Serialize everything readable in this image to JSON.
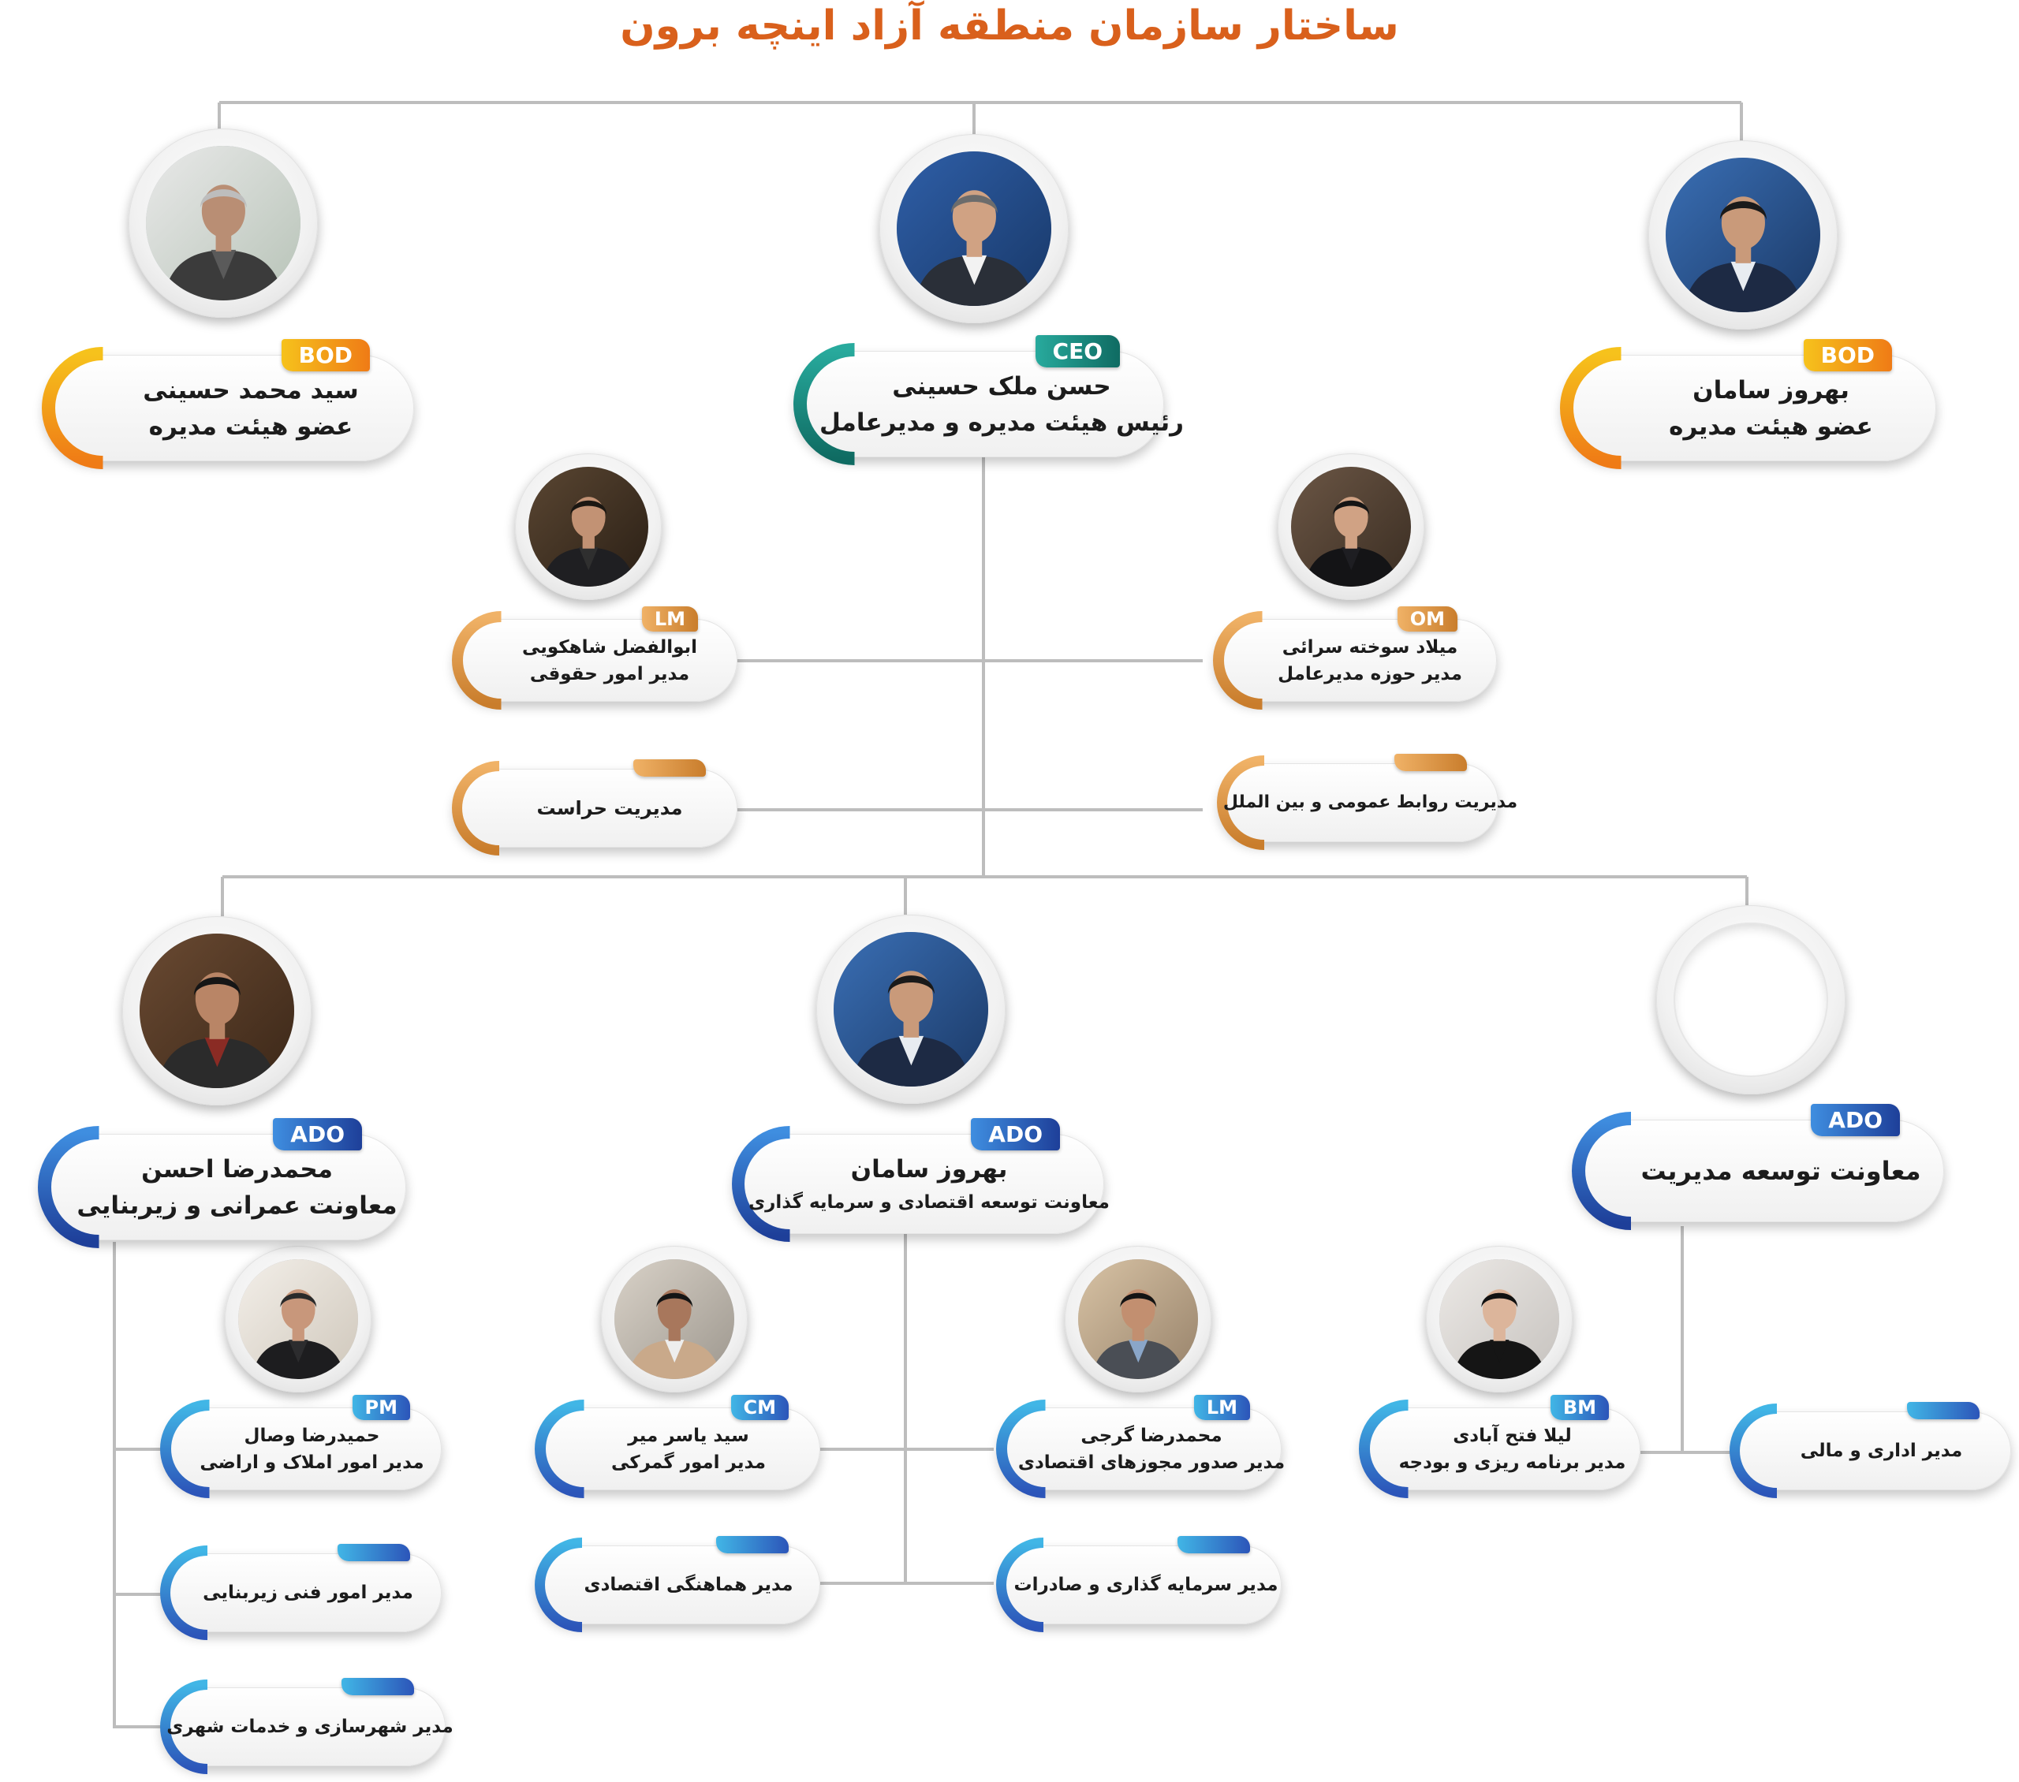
{
  "title": "ساختار سازمان منطقه آزاد اینچه برون",
  "colors": {
    "title": "#d9601c",
    "line": "#bdbdbd",
    "bod": [
      "#f6c21c",
      "#ef7b16"
    ],
    "ceo": [
      "#28aa9d",
      "#0f6b62"
    ],
    "staff": [
      "#f0b267",
      "#c97d2c"
    ],
    "deputy": [
      "#3f8ee0",
      "#1e3f99"
    ],
    "manager": [
      "#41b6e6",
      "#2c55b9"
    ]
  },
  "nodes": {
    "bod_left": {
      "badge": "BOD",
      "name": "سید محمد حسینی",
      "role": "عضو هیئت مدیره"
    },
    "ceo": {
      "badge": "CEO",
      "name": "حسن ملک حسینی",
      "role": "رئیس هیئت مدیره و مدیرعامل"
    },
    "bod_right": {
      "badge": "BOD",
      "name": "بهروز سامان",
      "role": "عضو هیئت مدیره"
    },
    "lm_legal": {
      "badge": "LM",
      "name": "ابوالفضل شاهکویی",
      "role": "مدیر امور حقوقی"
    },
    "om": {
      "badge": "OM",
      "name": "میلاد سوخته سرائی",
      "role": "مدیر حوزه مدیرعامل"
    },
    "security": {
      "badge": "",
      "name": "مدیریت حراست",
      "role": ""
    },
    "pr": {
      "badge": "",
      "name": "مدیریت روابط عمومی و بین الملل",
      "role": ""
    },
    "ado_civil": {
      "badge": "ADO",
      "name": "محمدرضا احسن",
      "role": "معاونت عمرانی و زیربنایی"
    },
    "ado_econ": {
      "badge": "ADO",
      "name": "بهروز سامان",
      "role": "معاونت توسعه اقتصادی و سرمایه گذاری"
    },
    "ado_mgmt": {
      "badge": "ADO",
      "name": "معاونت توسعه مدیریت",
      "role": ""
    },
    "pm": {
      "badge": "PM",
      "name": "حمیدرضا وصال",
      "role": "مدیر امور املاک و اراضی"
    },
    "infra": {
      "badge": "",
      "name": "مدیر امور فنی زیربنایی",
      "role": ""
    },
    "urban": {
      "badge": "",
      "name": "مدیر شهرسازی و خدمات شهری",
      "role": ""
    },
    "cm": {
      "badge": "CM",
      "name": "سید یاسر میر",
      "role": "مدیر امور گمرکی"
    },
    "lm_econ": {
      "badge": "LM",
      "name": "محمدرضا گرجی",
      "role": "مدیر صدور مجوزهای اقتصادی"
    },
    "coord": {
      "badge": "",
      "name": "مدیر هماهنگی اقتصادی",
      "role": ""
    },
    "invest": {
      "badge": "",
      "name": "مدیر سرمایه گذاری و صادرات",
      "role": ""
    },
    "bm": {
      "badge": "BM",
      "name": "لیلا فتح آبادی",
      "role": "مدیر برنامه ریزی و بودجه"
    },
    "admin": {
      "badge": "",
      "name": "مدیر اداری و مالی",
      "role": ""
    }
  }
}
